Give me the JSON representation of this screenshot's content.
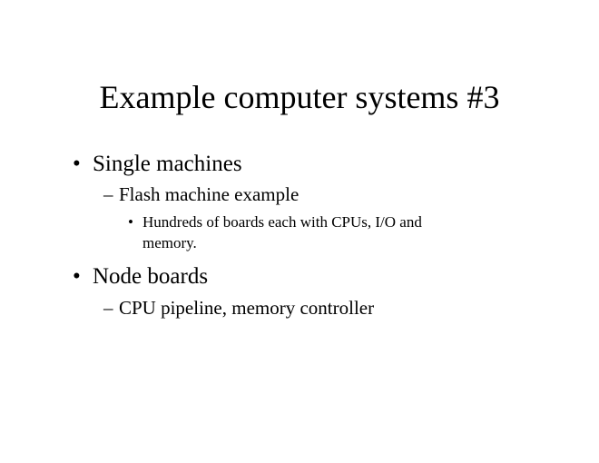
{
  "slide": {
    "title": "Example computer systems #3",
    "bullets": [
      {
        "marker": "•",
        "text": "Single machines",
        "sub": [
          {
            "marker": "–",
            "text": "Flash machine example",
            "sub": [
              {
                "marker": "•",
                "lines": [
                  "Hundreds of boards each with CPUs, I/O and",
                  "memory."
                ]
              }
            ]
          }
        ]
      },
      {
        "marker": "•",
        "text": "Node boards",
        "sub": [
          {
            "marker": "–",
            "text": "CPU pipeline, memory controller"
          }
        ]
      }
    ]
  }
}
